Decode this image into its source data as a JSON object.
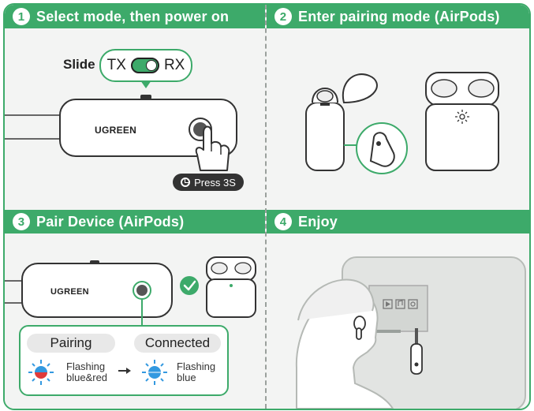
{
  "steps": [
    {
      "number": "1",
      "title": "Select mode, then power on"
    },
    {
      "number": "2",
      "title": "Enter pairing mode (AirPods)"
    },
    {
      "number": "3",
      "title": "Pair Device (AirPods)"
    },
    {
      "number": "4",
      "title": "Enjoy"
    }
  ],
  "step1": {
    "slide_label": "Slide",
    "tx_label": "TX",
    "rx_label": "RX",
    "brand": "UGREEN",
    "press_label": "Press 3S"
  },
  "step3": {
    "brand": "UGREEN",
    "pairing_label": "Pairing",
    "connected_label": "Connected",
    "pairing_led_line1": "Flashing",
    "pairing_led_line2": "blue&red",
    "connected_led_line1": "Flashing",
    "connected_led_line2": "blue"
  },
  "icons": [
    "clock-icon",
    "finger-icon",
    "check-icon",
    "arrow-right-icon",
    "led-icon",
    "play-icon",
    "music-icon",
    "settings-icon"
  ],
  "colors": {
    "accent": "#3daa6a",
    "led_blue": "#3399e0",
    "led_red": "#e03a3a",
    "panel_bg": "#f3f4f3",
    "outline": "#333333"
  }
}
